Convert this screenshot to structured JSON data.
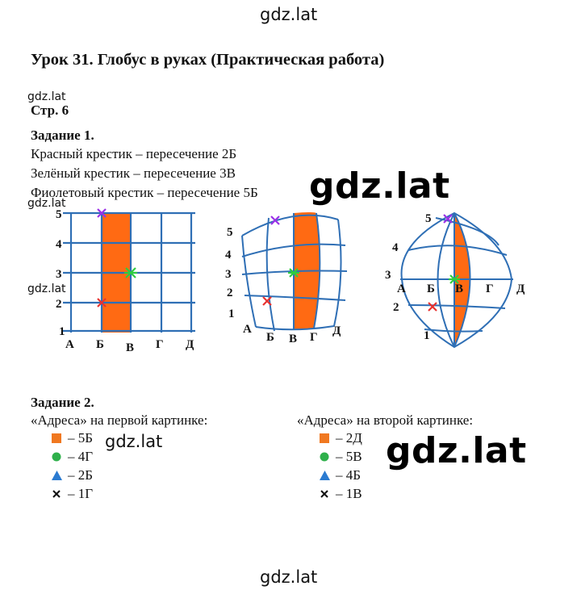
{
  "watermarks": {
    "top": "gdz.lat",
    "bottom": "gdz.lat",
    "small_1": "gdz.lat",
    "small_2": "gdz.lat",
    "small_3": "gdz.lat",
    "mid": "gdz.lat",
    "big_1": "gdz.lat",
    "big_2": "gdz.lat"
  },
  "header": {
    "title": "Урок 31. Глобус в руках (Практическая работа)",
    "page": "Стр. 6"
  },
  "task1": {
    "heading": "Задание 1.",
    "lines": [
      "Красный крестик – пересечение 2Б",
      "Зелёный крестик – пересечение 3В",
      "Фиолетовый крестик – пересечение 5Б"
    ]
  },
  "figures": {
    "letters": [
      "А",
      "Б",
      "В",
      "Г",
      "Д"
    ],
    "numbers": [
      "1",
      "2",
      "3",
      "4",
      "5"
    ],
    "colors": {
      "grid": "#2f6fb5",
      "fill": "#ff6a13",
      "red": "#e8322f",
      "green": "#2ecc40",
      "purple": "#9b30e8"
    }
  },
  "task2": {
    "heading": "Задание 2.",
    "left": {
      "caption": "«Адреса» на первой картинке:",
      "items": [
        {
          "icon": "orange-square-icon",
          "text": "– 5Б"
        },
        {
          "icon": "green-circle-icon",
          "text": "– 4Г"
        },
        {
          "icon": "blue-triangle-icon",
          "text": "– 2Б"
        },
        {
          "icon": "cross-icon",
          "text": "– 1Г"
        }
      ]
    },
    "right": {
      "caption": "«Адреса» на второй картинке:",
      "items": [
        {
          "icon": "orange-square-icon",
          "text": "– 2Д"
        },
        {
          "icon": "green-circle-icon",
          "text": "– 5В"
        },
        {
          "icon": "blue-triangle-icon",
          "text": "– 4Б"
        },
        {
          "icon": "cross-icon",
          "text": "– 1В"
        }
      ]
    }
  }
}
